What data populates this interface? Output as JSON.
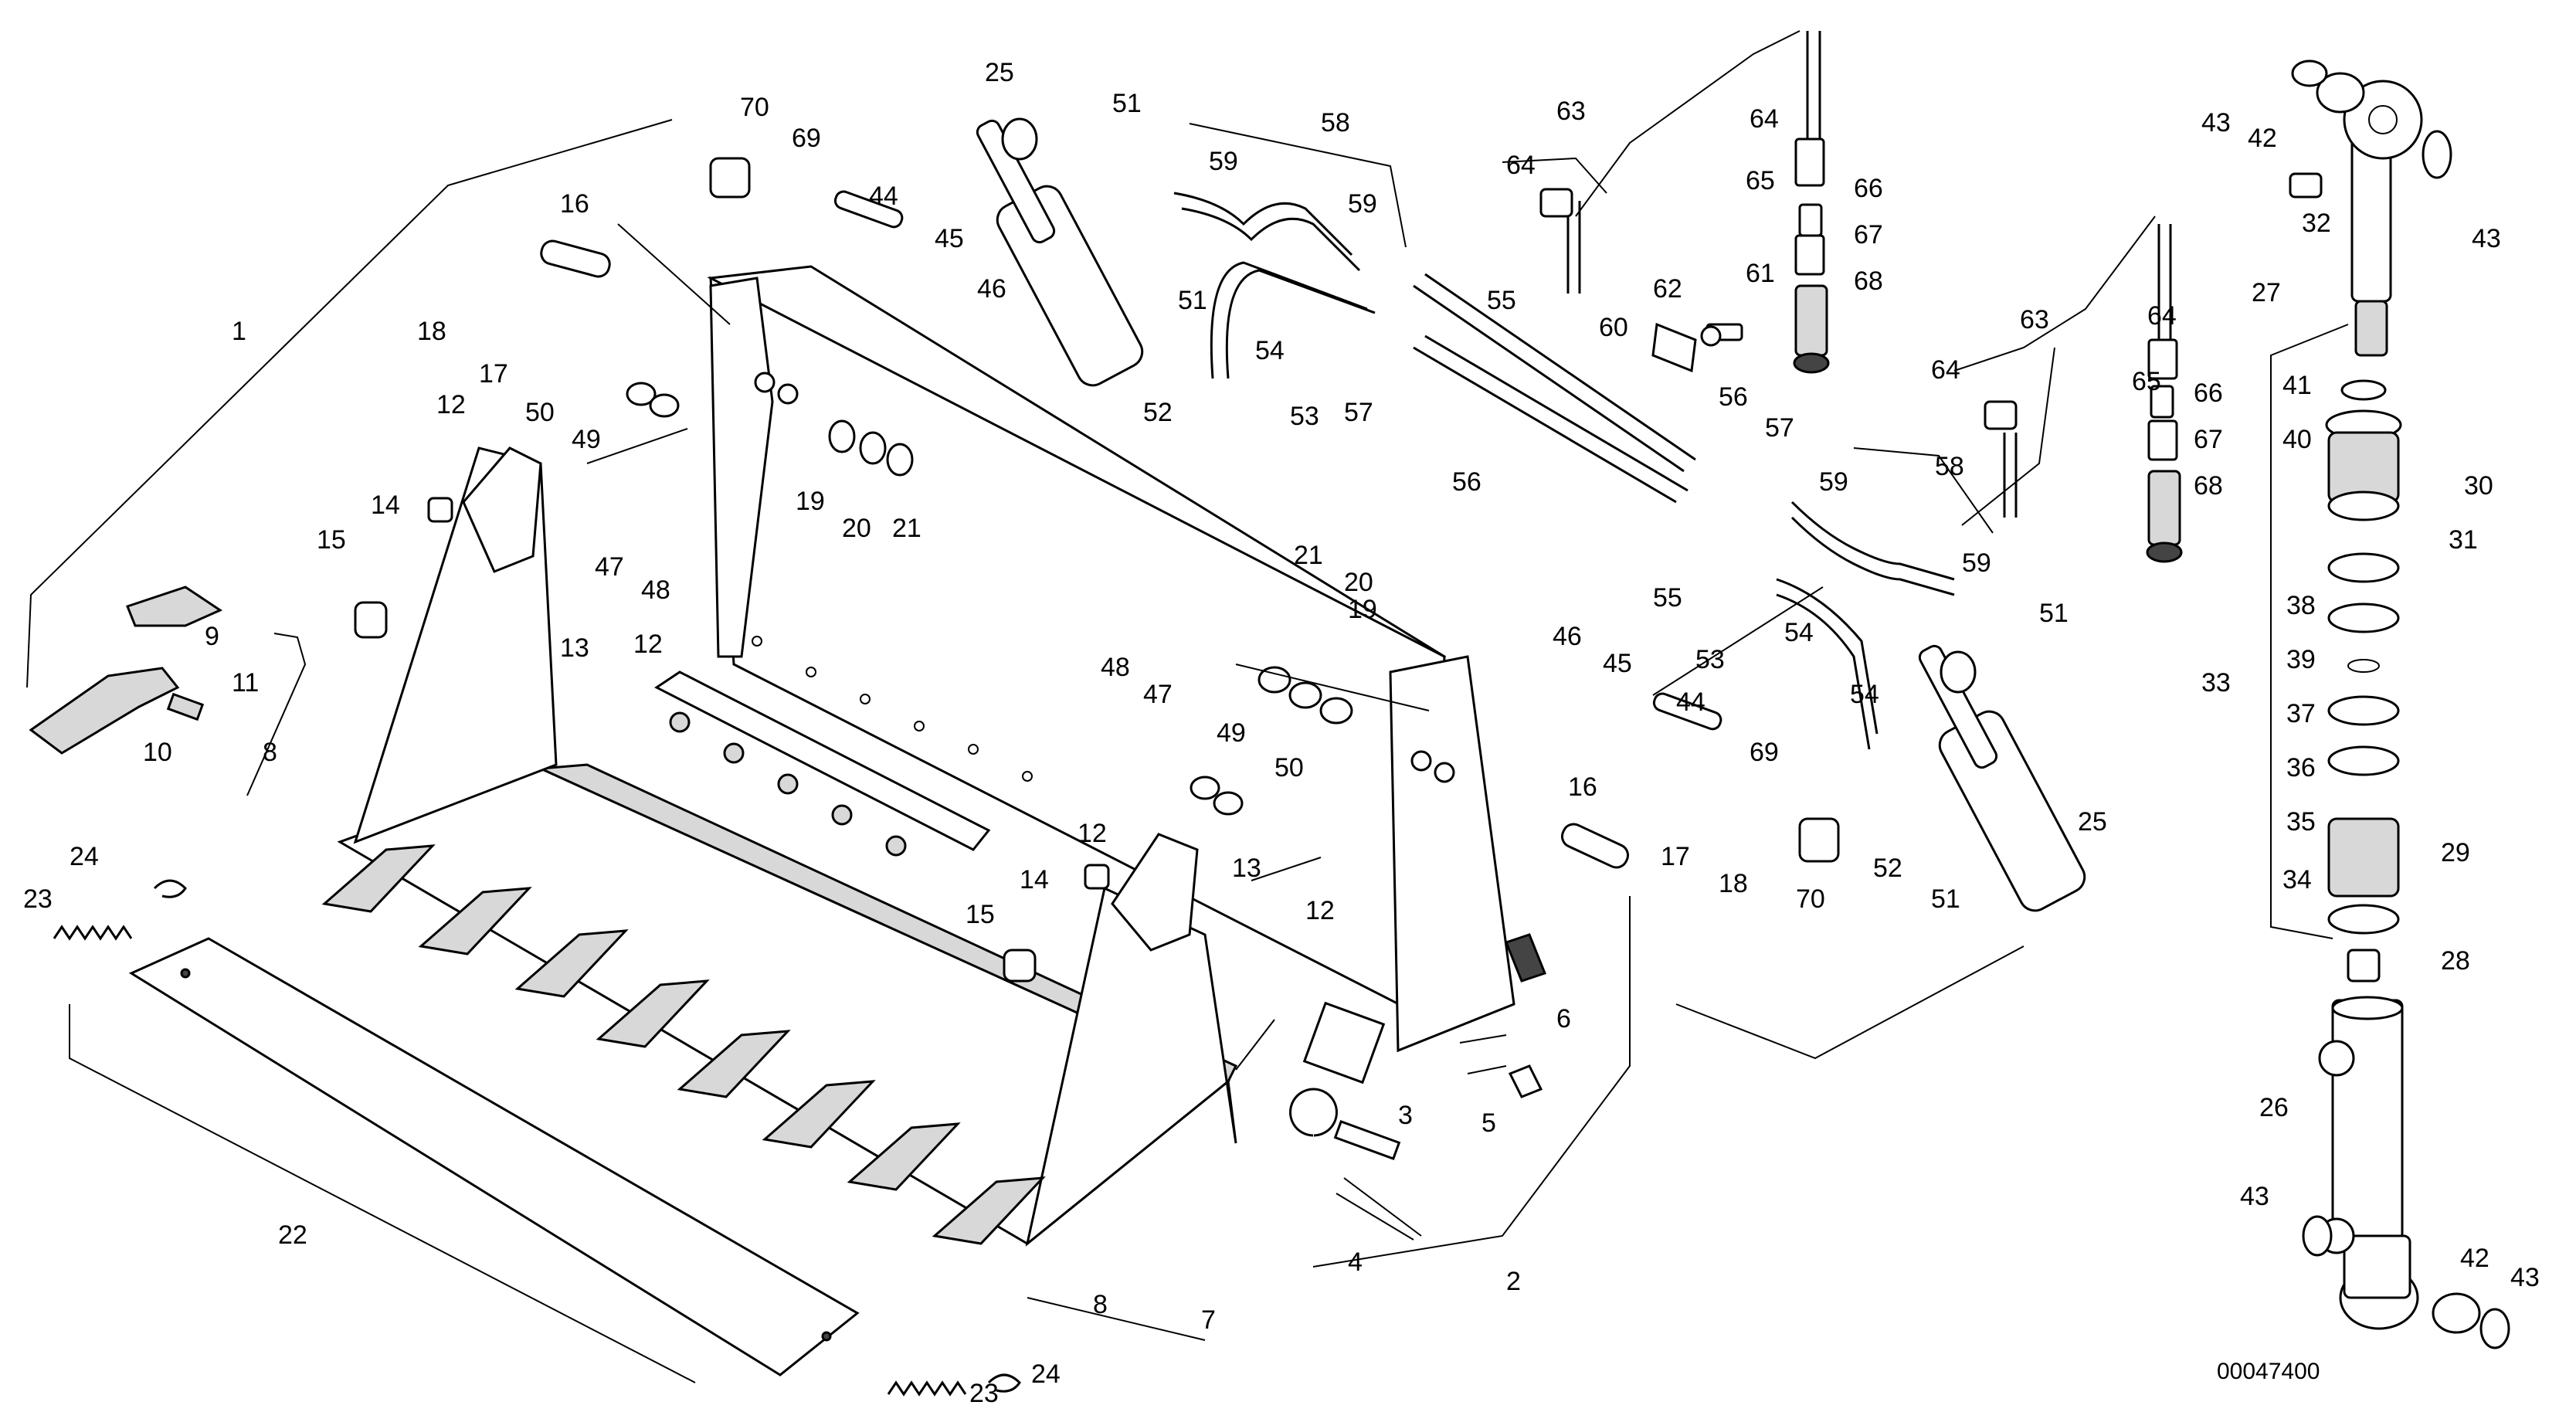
{
  "drawing_number": "00047400",
  "part_labels": {
    "p1": "1",
    "p2": "2",
    "p3": "3",
    "p4": "4",
    "p5": "5",
    "p6": "6",
    "p7": "7",
    "p8a": "8",
    "p8b": "8",
    "p9": "9",
    "p10": "10",
    "p11": "11",
    "p12a": "12",
    "p12b": "12",
    "p12c": "12",
    "p12d": "12",
    "p13a": "13",
    "p13b": "13",
    "p14a": "14",
    "p14b": "14",
    "p15a": "15",
    "p15b": "15",
    "p16a": "16",
    "p16b": "16",
    "p17a": "17",
    "p17b": "17",
    "p18a": "18",
    "p18b": "18",
    "p19a": "19",
    "p19b": "19",
    "p20a": "20",
    "p20b": "20",
    "p21a": "21",
    "p21b": "21",
    "p22": "22",
    "p23a": "23",
    "p23b": "23",
    "p24a": "24",
    "p24b": "24",
    "p25a": "25",
    "p25b": "25",
    "p26": "26",
    "p27": "27",
    "p28": "28",
    "p29": "29",
    "p30": "30",
    "p31": "31",
    "p32": "32",
    "p33": "33",
    "p34": "34",
    "p35": "35",
    "p36": "36",
    "p37": "37",
    "p38": "38",
    "p39": "39",
    "p40": "40",
    "p41": "41",
    "p42a": "42",
    "p42b": "42",
    "p43a": "43",
    "p43b": "43",
    "p43c": "43",
    "p43d": "43",
    "p44a": "44",
    "p44b": "44",
    "p45a": "45",
    "p45b": "45",
    "p46a": "46",
    "p46b": "46",
    "p47a": "47",
    "p47b": "47",
    "p48a": "48",
    "p48b": "48",
    "p49a": "49",
    "p49b": "49",
    "p50a": "50",
    "p50b": "50",
    "p51a": "51",
    "p51b": "51",
    "p51c": "51",
    "p52a": "52",
    "p52b": "52",
    "p53a": "53",
    "p53b": "53",
    "p54a": "54",
    "p54b": "54",
    "p54c": "54",
    "p55a": "55",
    "p55b": "55",
    "p56a": "56",
    "p56b": "56",
    "p57a": "57",
    "p57b": "57",
    "p58a": "58",
    "p58b": "58",
    "p59a": "59",
    "p59b": "59",
    "p59c": "59",
    "p59d": "59",
    "p60": "60",
    "p61": "61",
    "p62": "62",
    "p63a": "63",
    "p63b": "63",
    "p64a": "64",
    "p64b": "64",
    "p64c": "64",
    "p64d": "64",
    "p65a": "65",
    "p65b": "65",
    "p66a": "66",
    "p66b": "66",
    "p67a": "67",
    "p67b": "67",
    "p68a": "68",
    "p68b": "68",
    "p69a": "69",
    "p69b": "69",
    "p70a": "70",
    "p70b": "70"
  }
}
